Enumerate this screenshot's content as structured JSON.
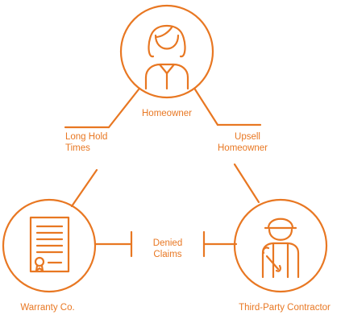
{
  "accent": "#e87722",
  "nodes": {
    "top": {
      "label": "Homeowner",
      "icon": "woman-avatar-icon"
    },
    "left": {
      "label": "Warranty Co.",
      "icon": "document-certificate-icon"
    },
    "right": {
      "label": "Third-Party Contractor",
      "icon": "worker-with-wrench-icon"
    }
  },
  "edges": {
    "left": {
      "line1": "Long Hold",
      "line2": "Times"
    },
    "right": {
      "line1": "Upsell",
      "line2": "Homeowner"
    },
    "bottom": {
      "line1": "Denied",
      "line2": "Claims"
    }
  }
}
